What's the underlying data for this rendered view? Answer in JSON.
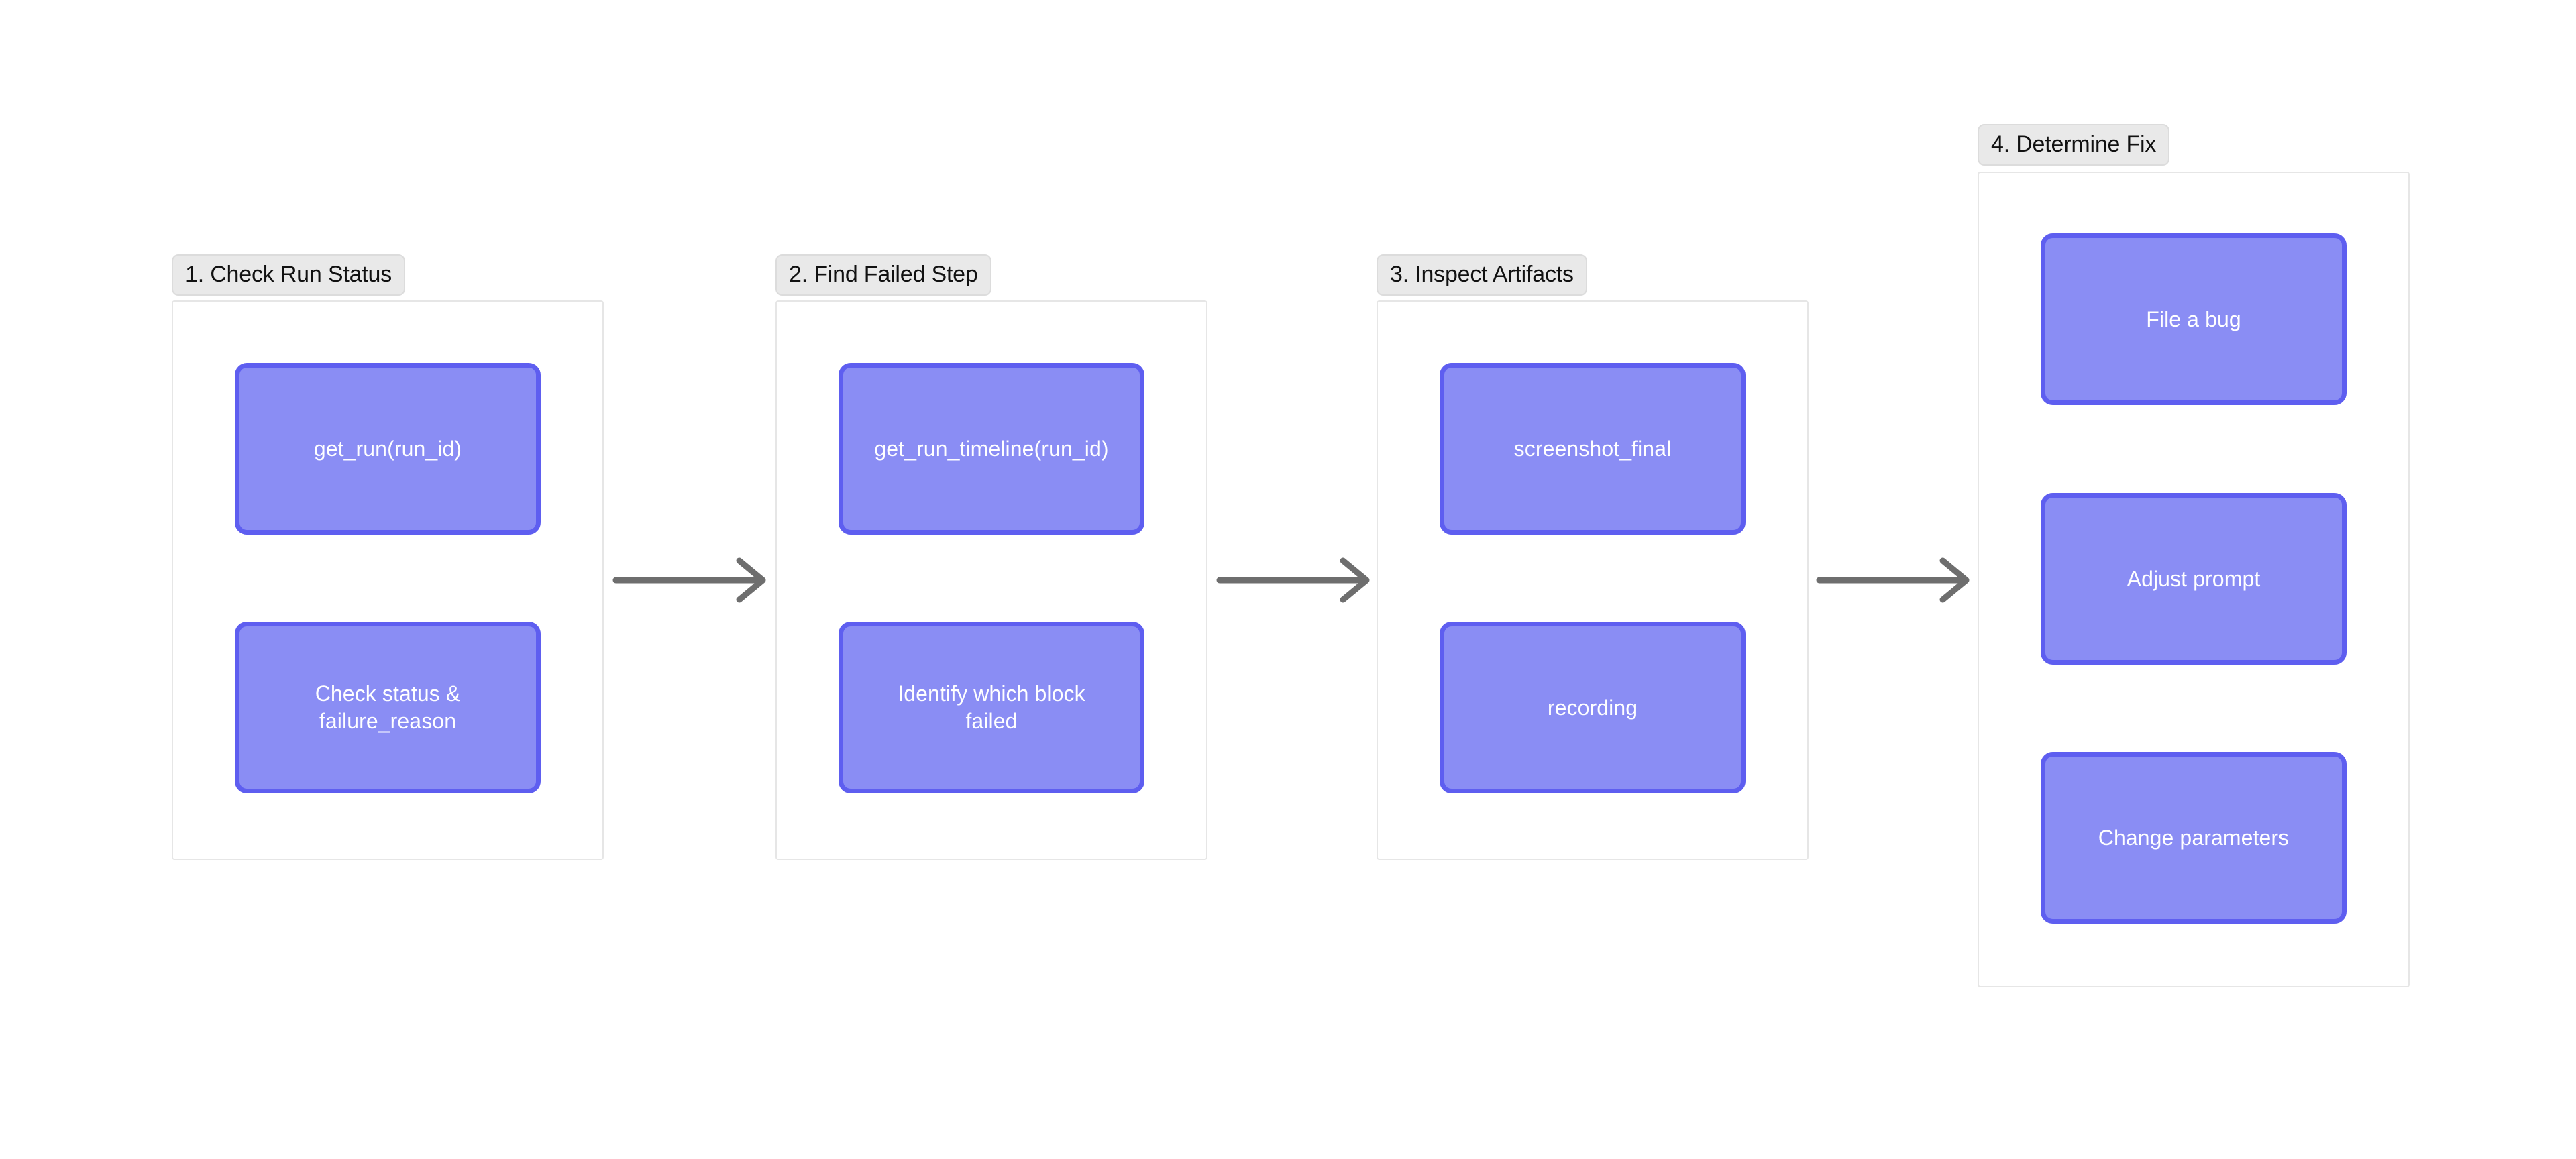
{
  "diagram": {
    "type": "flowchart",
    "orientation": "left-to-right",
    "background_color": "#ffffff",
    "node_fill_color": "#8a8df4",
    "node_border_color": "#5e5ef0",
    "node_text_color": "#ffffff",
    "cluster_border_color": "#e6e6e6",
    "cluster_label_background": "#e9e9e9",
    "arrow_color": "#6e6e6e",
    "clusters": [
      {
        "id": "cluster-1",
        "label": "1. Check Run Status",
        "nodes": [
          {
            "id": "node-get-run",
            "label": "get_run(run_id)"
          },
          {
            "id": "node-check-status",
            "label": "Check status &\nfailure_reason"
          }
        ]
      },
      {
        "id": "cluster-2",
        "label": "2. Find Failed Step",
        "nodes": [
          {
            "id": "node-get-run-timeline",
            "label": "get_run_timeline(run_id)"
          },
          {
            "id": "node-identify-block",
            "label": "Identify which block\nfailed"
          }
        ]
      },
      {
        "id": "cluster-3",
        "label": "3. Inspect Artifacts",
        "nodes": [
          {
            "id": "node-screenshot-final",
            "label": "screenshot_final"
          },
          {
            "id": "node-recording",
            "label": "recording"
          }
        ]
      },
      {
        "id": "cluster-4",
        "label": "4. Determine Fix",
        "nodes": [
          {
            "id": "node-file-a-bug",
            "label": "File a bug"
          },
          {
            "id": "node-adjust-prompt",
            "label": "Adjust prompt"
          },
          {
            "id": "node-change-parameters",
            "label": "Change parameters"
          }
        ]
      }
    ],
    "connectors": [
      {
        "id": "arrow-1-to-2",
        "from": "cluster-1",
        "to": "cluster-2",
        "style": "solid-arrow"
      },
      {
        "id": "arrow-2-to-3",
        "from": "cluster-2",
        "to": "cluster-3",
        "style": "solid-arrow"
      },
      {
        "id": "arrow-3-to-4",
        "from": "cluster-3",
        "to": "cluster-4",
        "style": "solid-arrow"
      }
    ]
  }
}
